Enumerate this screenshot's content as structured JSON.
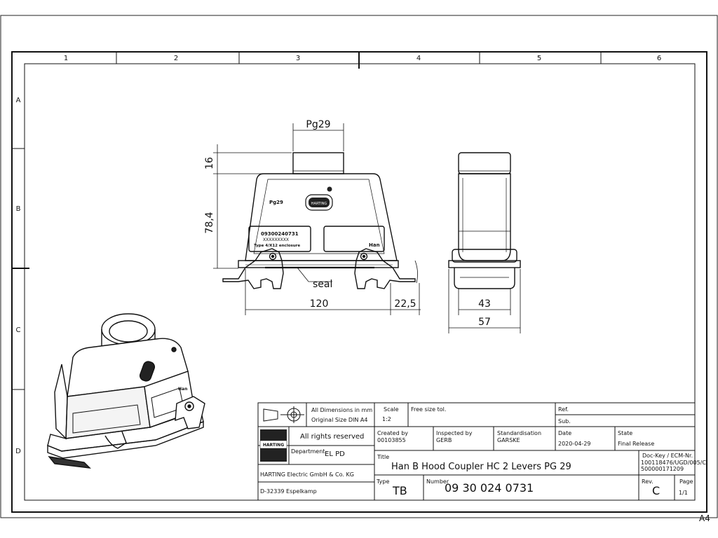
{
  "sheet": {
    "columns": [
      "1",
      "2",
      "3",
      "4",
      "5",
      "6"
    ],
    "rows": [
      "A",
      "B",
      "C",
      "D"
    ],
    "format": "A4"
  },
  "dimensions": {
    "thread": "Pg29",
    "height_top": "16",
    "height_body": "78,4",
    "width": "120",
    "lever": "22,5",
    "side_inner": "43",
    "side_outer": "57",
    "seal": "seal"
  },
  "markings": {
    "pg_label": "Pg29",
    "part_no": "09300240731",
    "xxx": "XXXXXXXXX",
    "type": "Type 4/X12 enclosure",
    "han": "Han",
    "logo": "HARTING"
  },
  "title_block": {
    "dims_note_1": "All Dimensions in mm",
    "dims_note_2": "Original Size DIN A4",
    "scale_label": "Scale",
    "scale_value": "1:2",
    "tolerance": "Free size tol.",
    "ref_label": "Ref.",
    "sub_label": "Sub.",
    "rights": "All rights reserved",
    "logo": "HARTING",
    "created_label": "Created by",
    "created_value": "00103855",
    "inspected_label": "Inspected by",
    "inspected_value": "GERB",
    "standard_label": "Standardisation",
    "standard_value": "GARSKE",
    "date_label": "Date",
    "date_value": "2020-04-29",
    "state_label": "State",
    "state_value": "Final Release",
    "department_label": "Department",
    "department_value": "EL PD",
    "title_label": "Title",
    "title_value": "Han B Hood Coupler HC 2 Levers PG 29",
    "dockey_label": "Doc-Key / ECM-Nr.",
    "dockey_value_1": "100118476/UGD/005/C",
    "dockey_value_2": "500000171209",
    "company": "HARTING Electric GmbH & Co. KG",
    "address": "D-32339 Espelkamp",
    "type_label": "Type",
    "type_value": "TB",
    "number_label": "Number",
    "number_value": "09 30 024 0731",
    "rev_label": "Rev.",
    "rev_value": "C",
    "page_label": "Page",
    "page_value": "1/1"
  }
}
